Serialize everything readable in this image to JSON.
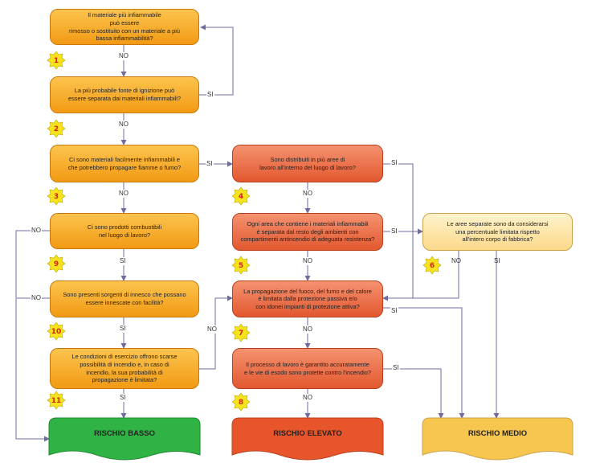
{
  "colors": {
    "decision_orange": "#f5a524",
    "decision_red": "#e8643d",
    "decision_yellow": "#fde5a8",
    "end_green": "#2fb344",
    "end_red": "#e8552a",
    "end_yellow": "#f7c64f",
    "connector": "#6f6da0",
    "badge": "#f7e31c"
  },
  "icons": {
    "step_badge": "starburst-badge-icon"
  },
  "questions": {
    "q1": "Il materiale più infiammabile\npuò essere\nrimosso o sostituito con un materiale a più\nbassa infiammabilità?",
    "q2": "La più probabile fonte di ignizione può\nessere separata dai materiali infiammabili?",
    "q3": "Ci sono materiali facilmente infiammabili e\nche potrebbero propagare fiamme o fumo?",
    "q4": "Sono distribuiti in più aree di\nlavoro all'interno del luogo di lavoro?",
    "q5": "Ogni area che contiene i materiali infiammabili\nè separata dal resto degli ambienti con\ncompartimenti antincendio di adeguata resistenza?",
    "q6": "Le aree separate sono da considerarsi\nuna percentuale limitata rispetto\nall'intero corpo di fabbrica?",
    "q7": "La propagazione del fuoco, del fumo e del calore\nè limitata dalla protezione passiva e/o\ncon idonei impianti di protezione attiva?",
    "q8": "Il processo di lavoro è garantito accuratamente\ne le vie di esodo sono protette contro l'incendio?",
    "q9": "Ci sono prodotti combustibili\nnel luogo di lavoro?",
    "q10": "Sono presenti sorgenti di innesco che possano\nessere innescate con facilità?",
    "q11": "Le condizioni di esercizio offrono scarse\npossibilità di incendio e, in caso di\nincendio, la sua probabilità di\npropagazione è limitata?"
  },
  "answers": {
    "yes": "SI",
    "no": "NO"
  },
  "step_numbers": [
    "1",
    "2",
    "3",
    "4",
    "5",
    "6",
    "7",
    "8",
    "9",
    "10",
    "11"
  ],
  "outcomes": {
    "low": "RISCHIO BASSO",
    "high": "RISCHIO ELEVATO",
    "medium": "RISCHIO MEDIO"
  }
}
